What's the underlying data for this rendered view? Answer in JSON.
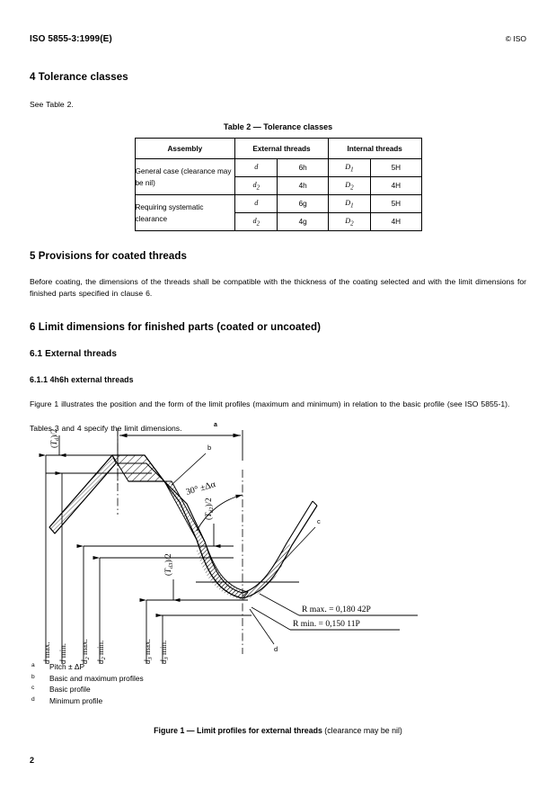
{
  "header": {
    "standard_ref": "ISO 5855-3:1999(E)",
    "copyright": "© ISO"
  },
  "clause4": {
    "heading": "4  Tolerance classes",
    "intro": "See Table 2."
  },
  "table2": {
    "title": "Table 2 — Tolerance classes",
    "columns": [
      "Assembly",
      "External threads",
      "Internal threads"
    ],
    "rows": [
      {
        "assembly": "General case (clearance may be nil)",
        "lines": [
          {
            "ext_symbol": "d",
            "ext_symbol_sub": "",
            "ext_class": "6h",
            "int_symbol": "D",
            "int_symbol_sub": "1",
            "int_class": "5H"
          },
          {
            "ext_symbol": "d",
            "ext_symbol_sub": "2",
            "ext_class": "4h",
            "int_symbol": "D",
            "int_symbol_sub": "2",
            "int_class": "4H"
          }
        ]
      },
      {
        "assembly": "Requiring systematic clearance",
        "lines": [
          {
            "ext_symbol": "d",
            "ext_symbol_sub": "",
            "ext_class": "6g",
            "int_symbol": "D",
            "int_symbol_sub": "1",
            "int_class": "5H"
          },
          {
            "ext_symbol": "d",
            "ext_symbol_sub": "2",
            "ext_class": "4g",
            "int_symbol": "D",
            "int_symbol_sub": "2",
            "int_class": "4H"
          }
        ]
      }
    ]
  },
  "clause5": {
    "heading": "5  Provisions for coated threads",
    "paragraph": "Before coating, the dimensions of the threads shall be compatible with the thickness of the coating selected and with the limit dimensions for finished parts specified in clause 6."
  },
  "clause6": {
    "heading": "6  Limit dimensions for finished parts (coated or uncoated)",
    "sub61_heading": "6.1  External threads",
    "sub611_heading": "6.1.1  4h6h external threads",
    "paragraph1": "Figure 1 illustrates the position and the form of the limit profiles (maximum and minimum) in relation to the basic profile (see ISO 5855-1).",
    "paragraph2": "Tables 3 and 4 specify the limit dimensions."
  },
  "figure1": {
    "callouts": {
      "a": "a",
      "b": "b",
      "c": "c",
      "d": "d"
    },
    "angle_label": "30°  ±Δα",
    "radius_max": "R max.  =  0,180 42P",
    "radius_min": "R min.  =  0,150 11P",
    "tolerance_labels": {
      "td": "(T d )/2",
      "td2": "(T d2 )/2",
      "td3": "(T d3 )/2"
    },
    "dimension_labels": [
      "d max.",
      "d min.",
      "d 2 max.",
      "d 2 min.",
      "d 3 max.",
      "d 3 min."
    ],
    "notes": [
      {
        "mark": "a",
        "text": "Pitch ± ΔP"
      },
      {
        "mark": "b",
        "text": "Basic and maximum profiles"
      },
      {
        "mark": "c",
        "text": "Basic profile"
      },
      {
        "mark": "d",
        "text": "Minimum profile"
      }
    ],
    "caption_bold": "Figure 1 — Limit profiles for external threads",
    "caption_rest": " (clearance may be nil)"
  },
  "footer": {
    "page_number": "2"
  }
}
